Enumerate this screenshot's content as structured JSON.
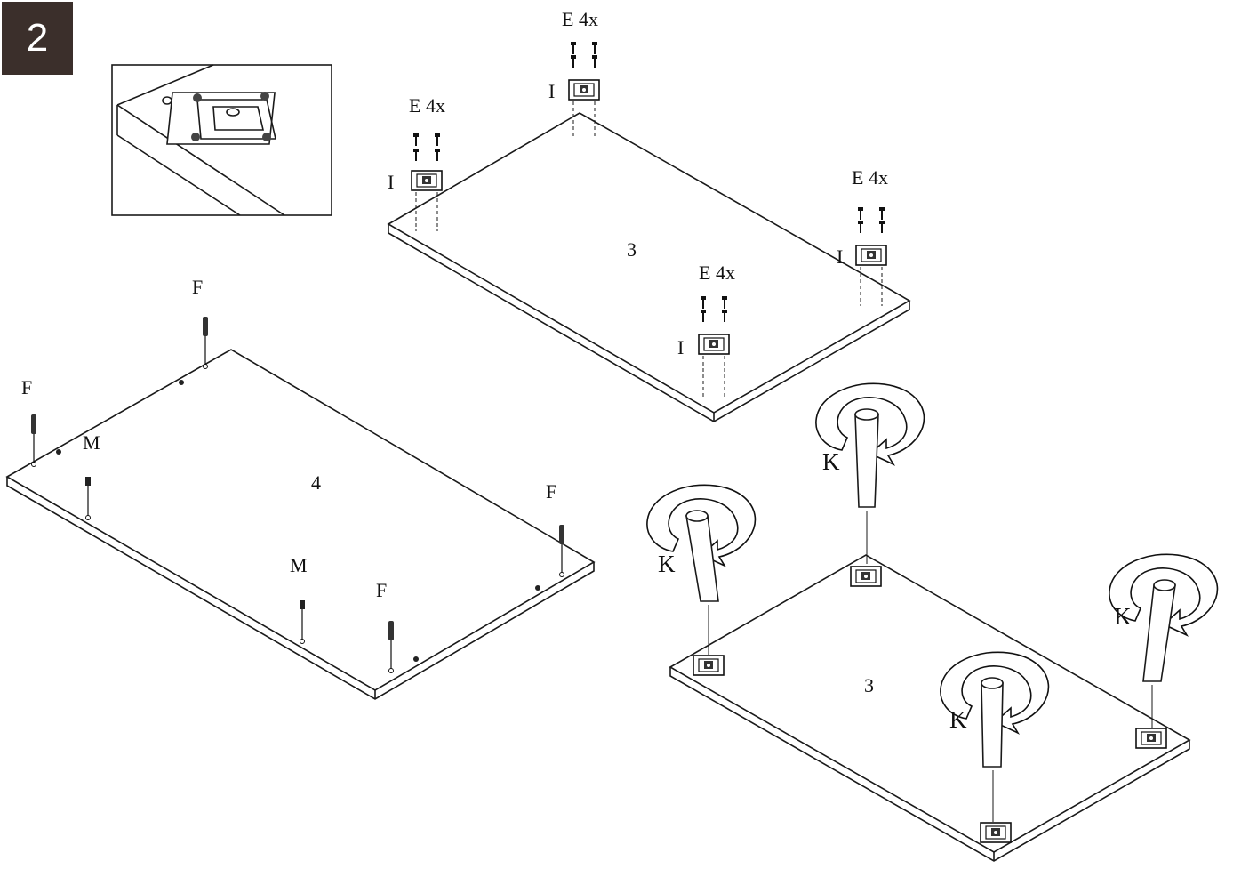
{
  "step": {
    "number": "2"
  },
  "panels": {
    "top_board": {
      "number": "3",
      "fittings": [
        {
          "part": "I",
          "screws": "E 4x"
        },
        {
          "part": "I",
          "screws": "E 4x"
        },
        {
          "part": "I",
          "screws": "E 4x"
        },
        {
          "part": "I",
          "screws": "E 4x"
        }
      ]
    },
    "left_board": {
      "number": "4",
      "dowel_labels": [
        "F",
        "F",
        "F",
        "F"
      ],
      "pin_labels": [
        "M",
        "M"
      ]
    },
    "bottom_right_board": {
      "number": "3",
      "leg_labels": [
        "K",
        "K",
        "K",
        "K"
      ]
    }
  }
}
